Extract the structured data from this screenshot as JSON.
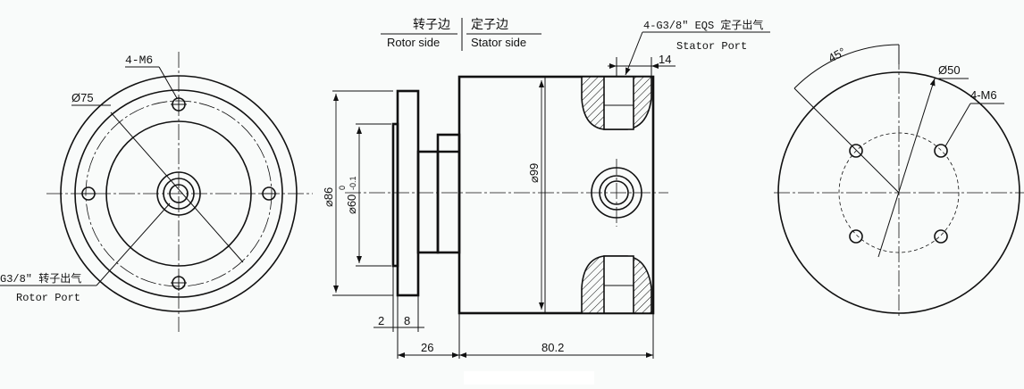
{
  "title_block": {
    "rotor_side_cn": "转子边",
    "rotor_side_en": "Rotor side",
    "stator_side_cn": "定子边",
    "stator_side_en": "Stator side"
  },
  "left_view": {
    "bolt_label": "4-M6",
    "diameter_label": "Ø75",
    "rotor_port_cn": "G3/8″ 转子出气",
    "rotor_port_en": "Rotor Port"
  },
  "side_view": {
    "stator_port_cn": "4-G3/8″ EQS 定子出气",
    "stator_port_en": "Stator Port",
    "dim_14": "14",
    "dim_99": "⌀99",
    "dim_86": "⌀86",
    "dim_60": "⌀60",
    "dim_60_tol_upper": "0",
    "dim_60_tol_lower": "-0.1",
    "dim_2": "2",
    "dim_8": "8",
    "dim_26": "26",
    "dim_80_2": "80.2"
  },
  "right_view": {
    "angle_label": "45°",
    "diameter_label": "Ø50",
    "bolt_label": "4-M6"
  }
}
